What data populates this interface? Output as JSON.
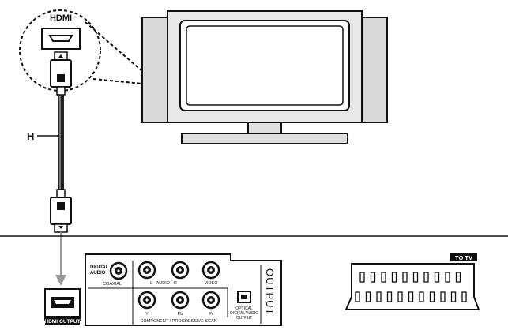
{
  "labels": {
    "hdmi_tv": "HDMI",
    "cable": "H",
    "hdmi_output": "HDMI OUTPUT",
    "digital_audio_line1": "DIGITAL",
    "digital_audio_line2": "AUDIO",
    "coaxial": "COAXIAL",
    "audio": "L - AUDIO - R",
    "video": "VIDEO",
    "y": "Y",
    "pb": "Pb",
    "pr": "Pr",
    "optical_line1": "OPTICAL",
    "optical_line2": "DIGITAL AUDIO",
    "optical_line3": "OUTPUT",
    "component": "COMPONENT / PROGRESSIVE SCAN",
    "output": "OUTPUT",
    "to_tv": "TO TV"
  }
}
